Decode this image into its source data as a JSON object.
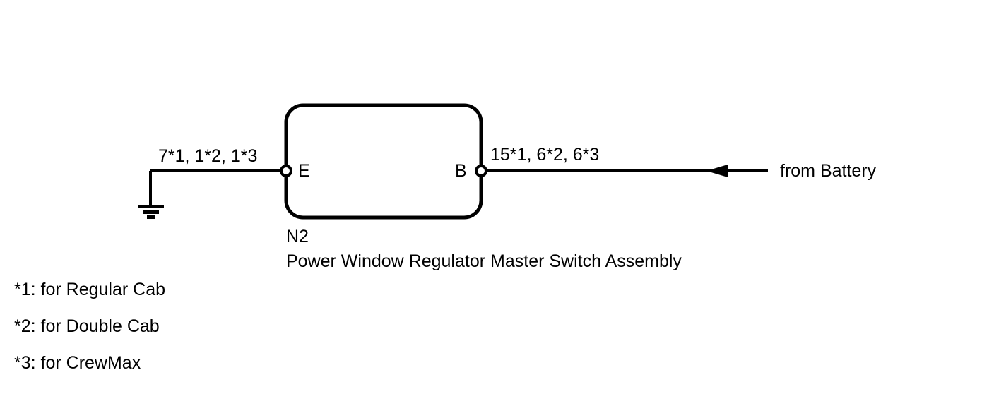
{
  "diagram": {
    "component": {
      "id": "N2",
      "name": "Power Window Regulator Master Switch Assembly"
    },
    "terminals": {
      "left": "E",
      "right": "B"
    },
    "wires": {
      "left_label": "7*1, 1*2, 1*3",
      "right_label": "15*1, 6*2, 6*3",
      "battery_source_label": "from Battery"
    },
    "footnotes": [
      "*1: for Regular Cab",
      "*2: for Double Cab",
      "*3: for CrewMax"
    ],
    "icons": {
      "ground": "ground-symbol-icon",
      "battery_arrow": "arrow-left-icon"
    },
    "colors": {
      "line": "#000000",
      "background": "#ffffff"
    }
  }
}
